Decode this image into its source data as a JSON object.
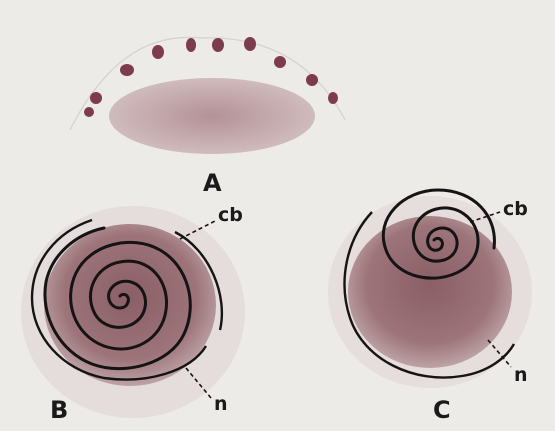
{
  "figure": {
    "panels": [
      {
        "id": "A",
        "label": "A"
      },
      {
        "id": "B",
        "label": "B",
        "annotations": [
          "cb",
          "n"
        ]
      },
      {
        "id": "C",
        "label": "C",
        "annotations": [
          "cb",
          "n"
        ]
      }
    ]
  },
  "colors": {
    "paper": "#ecebe8",
    "stain": "#a07a80",
    "stain_dark": "#6e4a53",
    "ink": "#1b1a1a",
    "granule": "#8a4a5a"
  }
}
